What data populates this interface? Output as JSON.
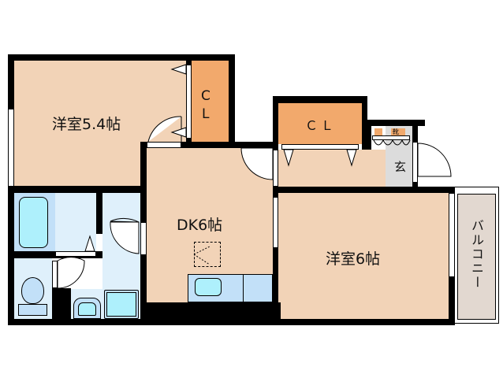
{
  "floorplan": {
    "rooms": {
      "western_room_1": {
        "label": "洋室5.4帖"
      },
      "closet_1": {
        "label_c": "C",
        "label_l": "L"
      },
      "closet_2": {
        "label": "ＣＬ"
      },
      "shoe_box": {
        "label": "靴"
      },
      "entrance": {
        "label": "玄"
      },
      "dining_kitchen": {
        "label": "DK6帖"
      },
      "western_room_2": {
        "label": "洋室6帖"
      },
      "balcony": {
        "label": "バルコニー"
      }
    },
    "colors": {
      "room_fill": "#f2d3b7",
      "closet_fill": "#f2a96c",
      "entrance_fill": "#dcdcdc",
      "wet_area_fill": "#dff0fb",
      "bath_fill": "#c2e0f8",
      "fixture_fill": "#aef0fc",
      "balcony_fill": "#e2d8d0",
      "wall": "#000000"
    }
  }
}
